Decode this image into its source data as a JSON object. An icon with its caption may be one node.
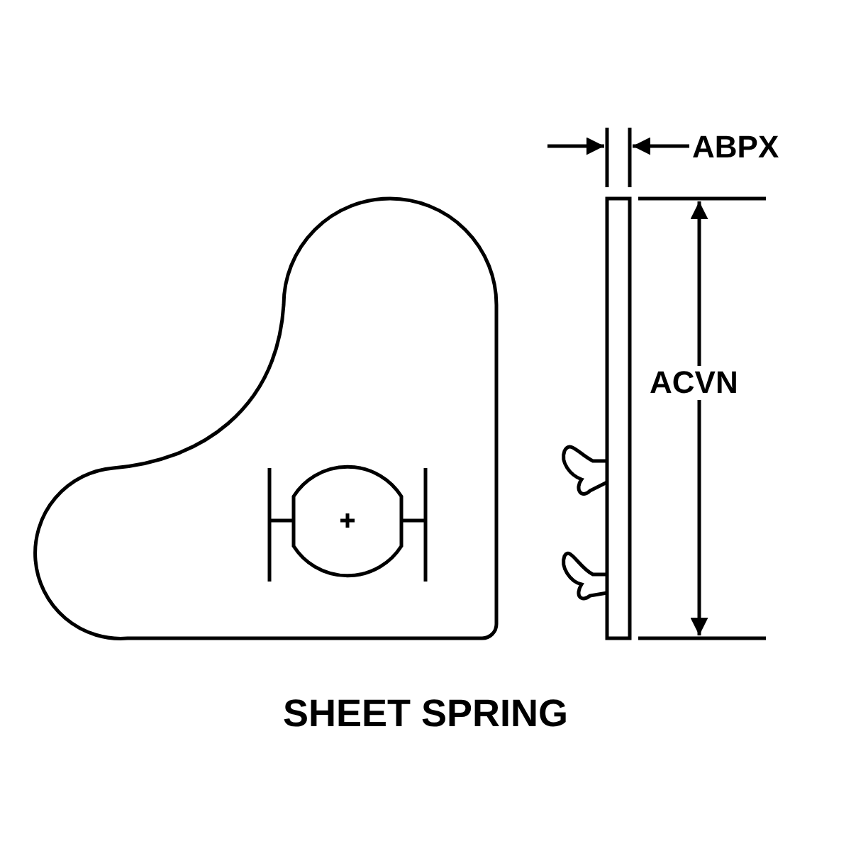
{
  "diagram": {
    "caption": "SHEET SPRING",
    "labels": [
      "ABPX",
      "ACVN"
    ]
  }
}
